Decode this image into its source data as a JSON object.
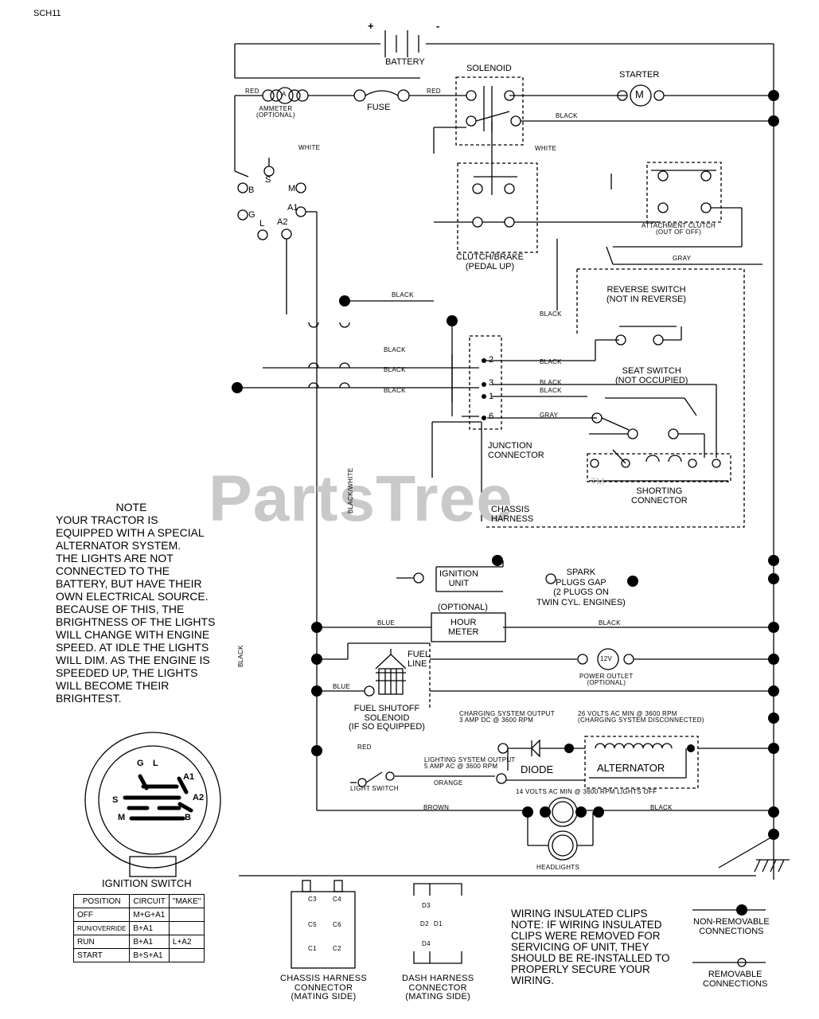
{
  "page_id": "SCH11",
  "watermark": {
    "text": "PartsTree",
    "tm": "TM"
  },
  "components": {
    "battery": {
      "label": "BATTERY",
      "plus": "+",
      "minus": "-"
    },
    "solenoid": "SOLENOID",
    "starter": {
      "label": "STARTER",
      "symbol": "M"
    },
    "ammeter": {
      "label": "AMMETER\n(OPTIONAL)",
      "symbol": "A"
    },
    "fuse": "FUSE",
    "ignition_terminals": {
      "b": "B",
      "s": "S",
      "m": "M",
      "g": "G",
      "l": "L",
      "a2": "A2",
      "a1": "A1"
    },
    "clutch_brake": "CLUTCH/BRAKE\n(PEDAL UP)",
    "attachment_clutch": "ATTACHMENT CLUTCH\n(OUT OF OFF)",
    "reverse_switch": "REVERSE SWITCH\n(NOT IN REVERSE)",
    "seat_switch": "SEAT SWITCH\n(NOT OCCUPIED)",
    "junction_connector": "JUNCTION\nCONNECTOR",
    "junction_pins": [
      "2",
      "3",
      "1",
      "6"
    ],
    "shorting_connector": "SHORTING\nCONNECTOR",
    "chassis_harness": "CHASSIS\nHARNESS",
    "ignition_unit": "IGNITION\nUNIT",
    "spark_plugs": "SPARK\nPLUGS GAP\n(2 PLUGS ON\nTWIN CYL. ENGINES)",
    "hour_meter": {
      "optional": "(OPTIONAL)",
      "label": "HOUR\nMETER"
    },
    "fuel_line": "FUEL\nLINE",
    "power_outlet": {
      "symbol": "12V",
      "label": "POWER OUTLET\n(OPTIONAL)"
    },
    "fuel_shutoff": "FUEL SHUTOFF\nSOLENOID\n(IF SO EQUIPPED)",
    "charging_output": "CHARGING SYSTEM OUTPUT\n3 AMP DC @ 3600 RPM",
    "ac_volts": "26 VOLTS AC MIN @ 3600 RPM\n(CHARGING SYSTEM DISCONNECTED)",
    "diode": "DIODE",
    "alternator": "ALTERNATOR",
    "lighting_output": "LIGHTING SYSTEM OUTPUT\n5 AMP AC @ 3600 RPM",
    "light_switch": "LIGHT SWITCH",
    "lights_off": "14 VOLTS AC MIN @ 3600 RPM LIGHTS OFF",
    "headlights": "HEADLIGHTS"
  },
  "wire_labels": {
    "red": "RED",
    "black": "BLACK",
    "white": "WHITE",
    "gray": "GRAY",
    "blue": "BLUE",
    "orange": "ORANGE",
    "brown": "BROWN",
    "black_white": "BLACK/WHITE"
  },
  "note": {
    "title": "NOTE",
    "text": "YOUR TRACTOR IS\nEQUIPPED WITH A SPECIAL\nALTERNATOR SYSTEM.\nTHE LIGHTS ARE NOT\nCONNECTED TO THE\nBATTERY, BUT HAVE THEIR\nOWN ELECTRICAL SOURCE.\nBECAUSE OF THIS, THE\nBRIGHTNESS OF THE LIGHTS\nWILL CHANGE WITH ENGINE\nSPEED.  AT IDLE THE LIGHTS\nWILL DIM.  AS THE ENGINE IS\nSPEEDED UP, THE LIGHTS\nWILL BECOME THEIR\nBRIGHTEST."
  },
  "ignition_switch": {
    "title": "IGNITION SWITCH",
    "face": {
      "g": "G",
      "l": "L",
      "a1": "A1",
      "a2": "A2",
      "s": "S",
      "m": "M",
      "b": "B"
    },
    "headers": [
      "POSITION",
      "CIRCUIT",
      "\"MAKE\""
    ],
    "rows": [
      [
        "OFF",
        "M+G+A1",
        ""
      ],
      [
        "RUN/OVERRIDE",
        "B+A1",
        ""
      ],
      [
        "RUN",
        "B+A1",
        "L+A2"
      ],
      [
        "START",
        "B+S+A1",
        ""
      ]
    ]
  },
  "connectors": {
    "chassis": {
      "label": "CHASSIS HARNESS\nCONNECTOR\n(MATING SIDE)",
      "pins": [
        "C3",
        "C4",
        "C1",
        "C2",
        "C5",
        "C6"
      ]
    },
    "dash": {
      "label": "DASH HARNESS\nCONNECTOR\n(MATING SIDE)",
      "pins": [
        "D3",
        "D1",
        "D2",
        "D4"
      ]
    }
  },
  "clip_note": "WIRING INSULATED CLIPS\nNOTE: IF WIRING INSULATED\nCLIPS WERE REMOVED FOR\nSERVICING OF UNIT, THEY\nSHOULD BE RE-INSTALLED TO\nPROPERLY SECURE YOUR\nWIRING.",
  "legend": {
    "non_removable": "NON-REMOVABLE\nCONNECTIONS",
    "removable": "REMOVABLE\nCONNECTIONS"
  }
}
